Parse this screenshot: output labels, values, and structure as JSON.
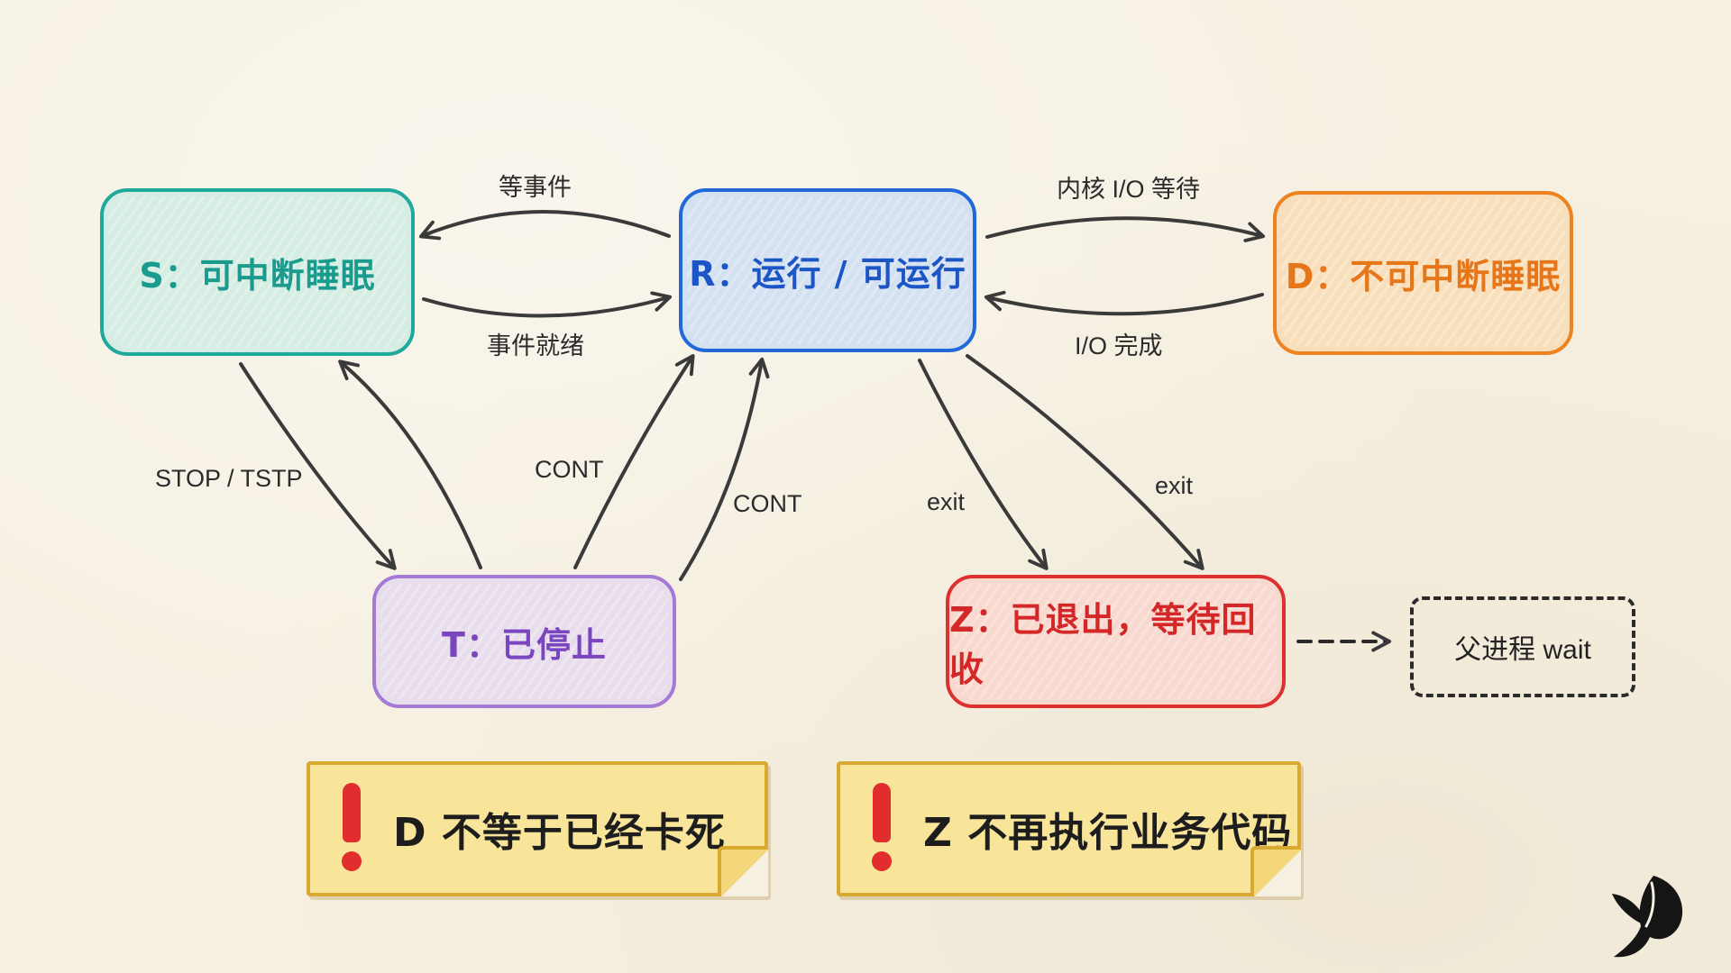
{
  "states": {
    "S": {
      "label": "S：可中断睡眠",
      "color": "#1fa99c"
    },
    "R": {
      "label": "R：运行 / 可运行",
      "color": "#2168d8"
    },
    "D": {
      "label": "D：不可中断睡眠",
      "color": "#ee8120"
    },
    "T": {
      "label": "T：已停止",
      "color": "#a47ad6"
    },
    "Z": {
      "label": "Z：已退出，等待回收",
      "color": "#df3030"
    }
  },
  "edges": {
    "r_to_s": "等事件",
    "s_to_r": "事件就绪",
    "r_to_d": "内核 I/O 等待",
    "d_to_r": "I/O 完成",
    "s_to_t": "STOP / TSTP",
    "t_to_r_1": "CONT",
    "t_to_r_2": "CONT",
    "r_to_z_1": "exit",
    "r_to_z_2": "exit"
  },
  "wait": {
    "label": "父进程 wait"
  },
  "notes": [
    {
      "text": "D 不等于已经卡死"
    },
    {
      "text": "Z 不再执行业务代码"
    }
  ],
  "icons": {
    "warning": "exclamation-icon",
    "logo": "butterfly-logo-icon"
  }
}
